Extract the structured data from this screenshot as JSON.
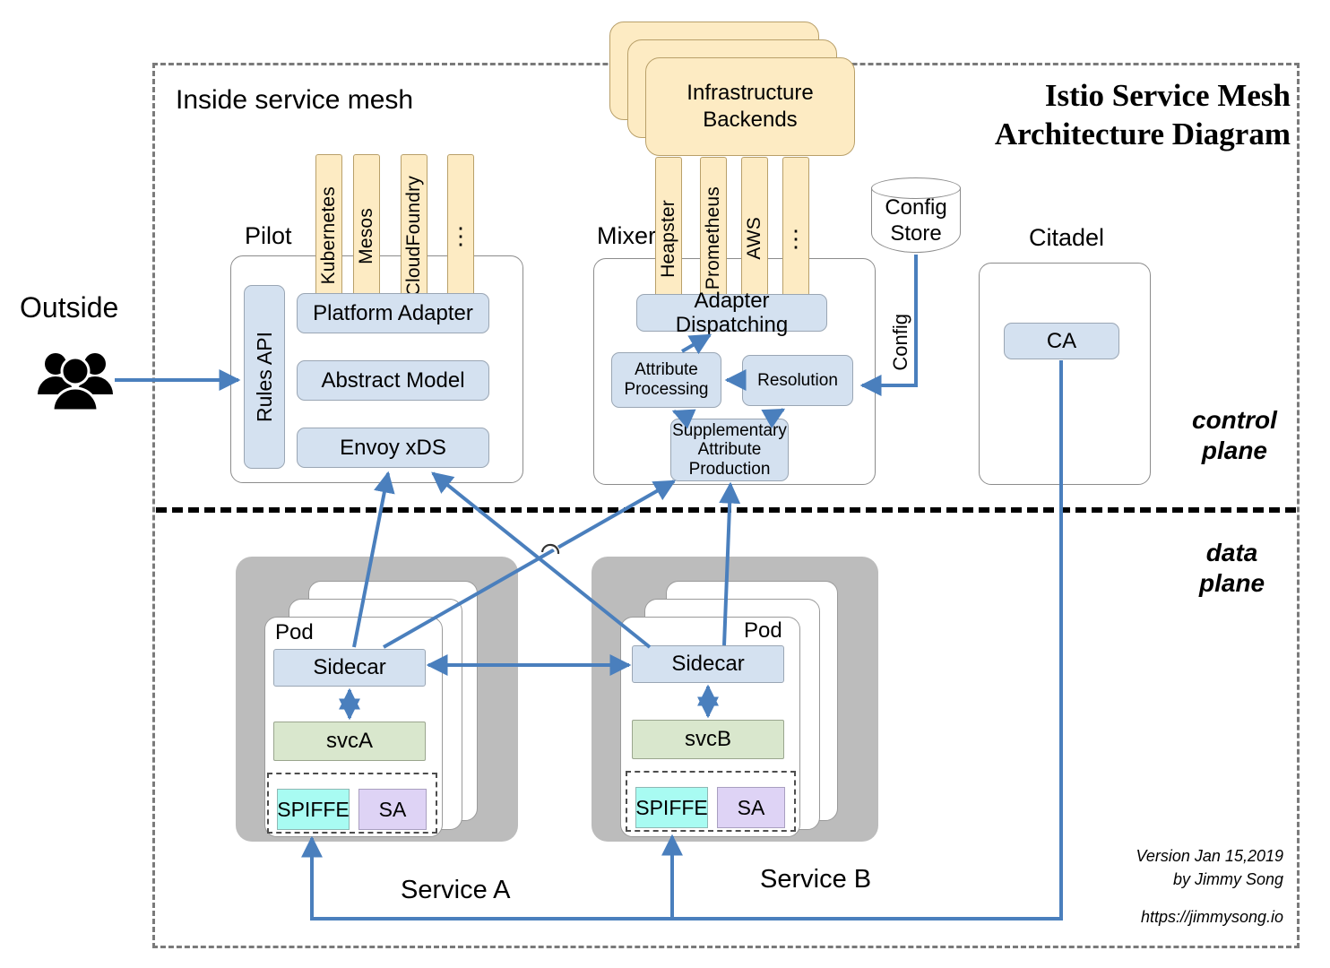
{
  "title": {
    "line1": "Istio Service Mesh",
    "line2": "Architecture Diagram"
  },
  "mesh": {
    "boundary_label": "Inside service mesh",
    "boundary_color": "#7a7a7a"
  },
  "planes": {
    "control": "control\nplane",
    "control_line1": "control",
    "control_line2": "plane",
    "data_line1": "data",
    "data_line2": "plane"
  },
  "outside": {
    "label": "Outside",
    "icon": "people-icon"
  },
  "pilot": {
    "title": "Pilot",
    "rules_api": "Rules API",
    "boxes": [
      "Platform Adapter",
      "Abstract Model",
      "Envoy xDS"
    ],
    "adapters": [
      "Kubernetes",
      "Mesos",
      "CloudFoundry",
      "⋮"
    ]
  },
  "mixer": {
    "title": "Mixer",
    "adapters": [
      "Heapster",
      "Prometheus",
      "AWS",
      "⋮"
    ],
    "boxes": {
      "dispatch": "Adapter Dispatching",
      "attribute_processing": "Attribute\nProcessing",
      "attribute_processing_l1": "Attribute",
      "attribute_processing_l2": "Processing",
      "resolution": "Resolution",
      "supplementary_l1": "Supplementary",
      "supplementary_l2": "Attribute",
      "supplementary_l3": "Production"
    }
  },
  "infrastructure": {
    "label_l1": "Infrastructure",
    "label_l2": "Backends"
  },
  "config_store": {
    "label_l1": "Config",
    "label_l2": "Store",
    "edge_label": "Config"
  },
  "citadel": {
    "title": "Citadel",
    "ca": "CA"
  },
  "services": [
    {
      "name": "Service A",
      "pod_label": "Pod",
      "sidecar": "Sidecar",
      "svc": "svcA",
      "spiffe": "SPIFFE",
      "sa": "SA"
    },
    {
      "name": "Service B",
      "pod_label": "Pod",
      "sidecar": "Sidecar",
      "svc": "svcB",
      "spiffe": "SPIFFE",
      "sa": "SA"
    }
  ],
  "footer": {
    "version": "Version Jan 15,2019",
    "author": "by Jimmy Song",
    "url": "https://jimmysong.io"
  },
  "colors": {
    "blue_box": "#d4e1f0",
    "yellow_adapter": "#fdebc3",
    "green_svc": "#d9e7cd",
    "spiffe_cyan": "#a8fbf2",
    "sa_purple": "#ded3f5",
    "service_group_gray": "#bcbcbc",
    "arrow_blue": "#4a7fbd"
  }
}
